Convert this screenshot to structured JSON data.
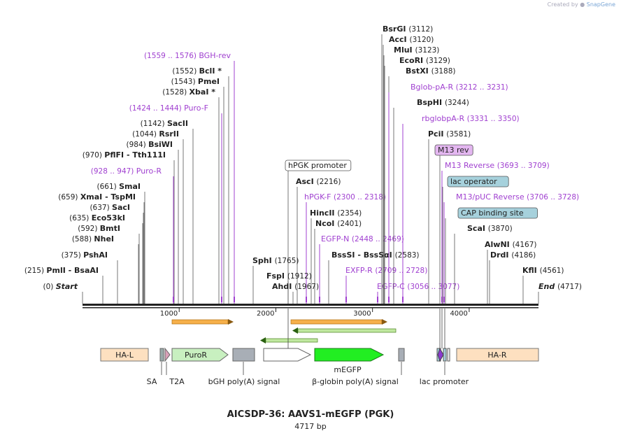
{
  "watermark": {
    "prefix": "Created by",
    "brand": "SnapGene"
  },
  "title": "AICSDP-36: AAVS1-mEGFP (PGK)",
  "length_label": "4717 bp",
  "sequence_length": 4717,
  "ruler_ticks": [
    "1000",
    "2000",
    "3000",
    "4000"
  ],
  "colors": {
    "primer": "#a040d0",
    "feature_label": "#222222",
    "backbone": "#222222"
  },
  "left_sites": [
    {
      "pos": "(1559 .. 1576)",
      "name": "BGH-rev",
      "kind": "primer"
    },
    {
      "pos": "(1552)",
      "name": "BclI *",
      "kind": "enzyme"
    },
    {
      "pos": "(1543)",
      "name": "PmeI",
      "kind": "enzyme"
    },
    {
      "pos": "(1528)",
      "name": "XbaI *",
      "kind": "enzyme"
    },
    {
      "pos": "(1424 .. 1444)",
      "name": "Puro-F",
      "kind": "primer"
    },
    {
      "pos": "(1142)",
      "name": "SacII",
      "kind": "enzyme"
    },
    {
      "pos": "(1044)",
      "name": "RsrII",
      "kind": "enzyme"
    },
    {
      "pos": "(984)",
      "name": "BsiWI",
      "kind": "enzyme"
    },
    {
      "pos": "(970)",
      "name": "PflFI - Tth111I",
      "kind": "enzyme"
    },
    {
      "pos": "(928 .. 947)",
      "name": "Puro-R",
      "kind": "primer"
    },
    {
      "pos": "(661)",
      "name": "SmaI",
      "kind": "enzyme"
    },
    {
      "pos": "(659)",
      "name": "XmaI - TspMI",
      "kind": "enzyme"
    },
    {
      "pos": "(637)",
      "name": "SacI",
      "kind": "enzyme"
    },
    {
      "pos": "(635)",
      "name": "Eco53kI",
      "kind": "enzyme"
    },
    {
      "pos": "(592)",
      "name": "BmtI",
      "kind": "enzyme"
    },
    {
      "pos": "(588)",
      "name": "NheI",
      "kind": "enzyme"
    },
    {
      "pos": "(375)",
      "name": "PshAI",
      "kind": "enzyme"
    },
    {
      "pos": "(215)",
      "name": "PmlI - BsaAI",
      "kind": "enzyme"
    },
    {
      "pos": "(0)",
      "name": "Start",
      "kind": "end"
    }
  ],
  "mid_sites": [
    {
      "name": "hPGK promoter",
      "kind": "boxed"
    },
    {
      "name": "AscI",
      "pos": "(2216)",
      "kind": "enzyme"
    },
    {
      "name": "hPGK-F",
      "pos": "(2300 .. 2318)",
      "kind": "primer"
    },
    {
      "name": "HincII",
      "pos": "(2354)",
      "kind": "enzyme"
    },
    {
      "name": "NcoI",
      "pos": "(2401)",
      "kind": "enzyme"
    },
    {
      "name": "EGFP-N",
      "pos": "(2448 .. 2469)",
      "kind": "primer"
    },
    {
      "name": "BssSI - BssSαI",
      "pos": "(2583)",
      "kind": "enzyme"
    },
    {
      "name": "SphI",
      "pos": "(1765)",
      "kind": "enzyme"
    },
    {
      "name": "EXFP-R",
      "pos": "(2709 .. 2728)",
      "kind": "primer"
    },
    {
      "name": "FspI",
      "pos": "(1912)",
      "kind": "enzyme"
    },
    {
      "name": "AhdI",
      "pos": "(1967)",
      "kind": "enzyme"
    },
    {
      "name": "EGFP-C",
      "pos": "(3056 .. 3077)",
      "kind": "primer"
    }
  ],
  "right_sites": [
    {
      "name": "BsrGI",
      "pos": "(3112)",
      "kind": "enzyme"
    },
    {
      "name": "AccI",
      "pos": "(3120)",
      "kind": "enzyme"
    },
    {
      "name": "MluI",
      "pos": "(3123)",
      "kind": "enzyme"
    },
    {
      "name": "EcoRI",
      "pos": "(3129)",
      "kind": "enzyme"
    },
    {
      "name": "BstXI",
      "pos": "(3188)",
      "kind": "enzyme"
    },
    {
      "name": "Bglob-pA-R",
      "pos": "(3212 .. 3231)",
      "kind": "primer"
    },
    {
      "name": "BspHI",
      "pos": "(3244)",
      "kind": "enzyme"
    },
    {
      "name": "rbglobpA-R",
      "pos": "(3331 .. 3350)",
      "kind": "primer"
    },
    {
      "name": "PciI",
      "pos": "(3581)",
      "kind": "enzyme"
    },
    {
      "name": "M13 rev",
      "kind": "boxed-purple"
    },
    {
      "name": "M13 Reverse",
      "pos": "(3693 .. 3709)",
      "kind": "primer"
    },
    {
      "name": "lac operator",
      "kind": "boxed-teal"
    },
    {
      "name": "M13/pUC Reverse",
      "pos": "(3706 .. 3728)",
      "kind": "primer"
    },
    {
      "name": "CAP binding site",
      "kind": "boxed-teal"
    },
    {
      "name": "ScaI",
      "pos": "(3870)",
      "kind": "enzyme"
    },
    {
      "name": "AlwNI",
      "pos": "(4167)",
      "kind": "enzyme"
    },
    {
      "name": "DrdI",
      "pos": "(4186)",
      "kind": "enzyme"
    },
    {
      "name": "KflI",
      "pos": "(4561)",
      "kind": "enzyme"
    },
    {
      "name": "End",
      "pos": "(4717)",
      "kind": "end"
    }
  ],
  "features": [
    {
      "name": "HA-L",
      "color": "#fde0c0"
    },
    {
      "name": "PuroR",
      "color": "#c8f0c0"
    },
    {
      "name": "HA-R",
      "color": "#fde0c0"
    }
  ],
  "bottom_labels": [
    "SA",
    "T2A",
    "bGH poly(A) signal",
    "β-globin poly(A) signal",
    "lac promoter"
  ],
  "mid_feature_label": "mEGFP"
}
